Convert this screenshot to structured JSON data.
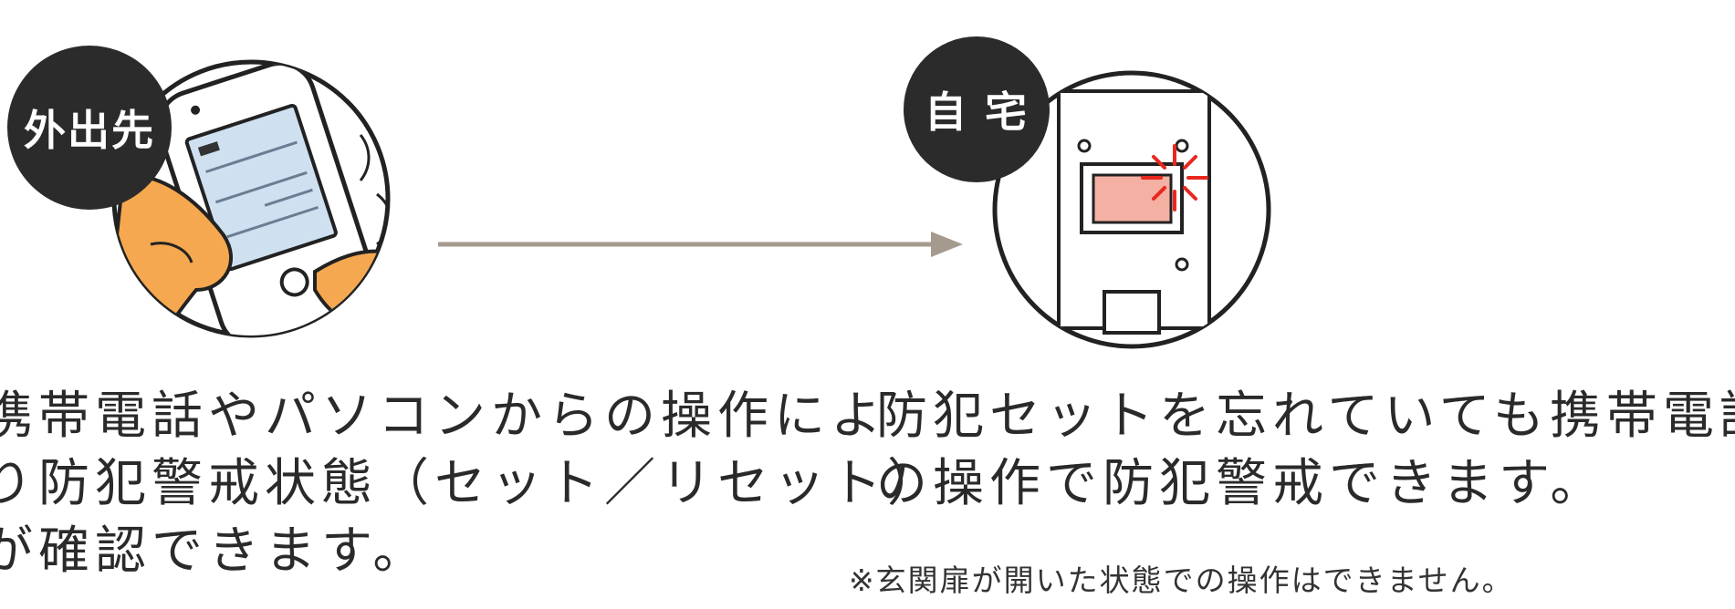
{
  "left": {
    "badge": "外出先",
    "desc_lines": [
      "携帯電話やパソコンからの操作によ",
      "り防犯警戒状態（セット／リセット）",
      "が確認できます。"
    ]
  },
  "right": {
    "badge": "自 宅",
    "desc_lines": [
      "防犯セットを忘れていても携帯電話",
      "の操作で防犯警戒できます。"
    ],
    "note": "※玄関扉が開いた状態での操作はできません。"
  },
  "colors": {
    "badge_bg": "#2b2b2b",
    "phone_screen": "#cfe0f0",
    "hand": "#f5a84f",
    "panel_display": "#f4b0a2",
    "flash": "#e8281e",
    "arrow": "#a59a8e"
  }
}
